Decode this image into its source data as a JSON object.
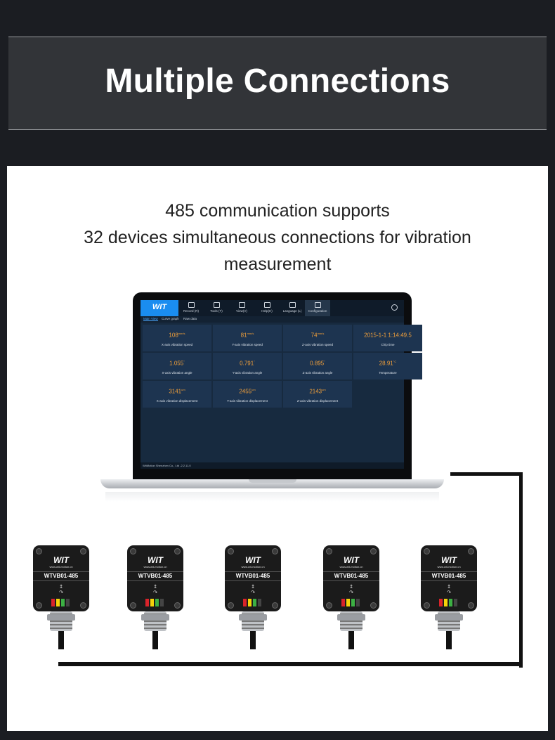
{
  "banner": {
    "title": "Multiple Connections"
  },
  "description": {
    "line1": "485 communication supports",
    "line2": "32 devices simultaneous connections for vibration",
    "line3": "measurement"
  },
  "app": {
    "logo": "WIT",
    "menu": [
      {
        "label": "Record (R)",
        "icon": "document-icon"
      },
      {
        "label": "Tools (T)",
        "icon": "toolbox-icon"
      },
      {
        "label": "View(V)",
        "icon": "chart-icon"
      },
      {
        "label": "Help(H)",
        "icon": "cube-icon"
      },
      {
        "label": "Language (L)",
        "icon": "chat-icon"
      },
      {
        "label": "Configuration",
        "icon": "gear-icon"
      }
    ],
    "tabs": [
      "Main View",
      "Curve graph",
      "Raw data"
    ],
    "cells": [
      {
        "value": "108",
        "unit": "mm/s",
        "label": "X-axis vibration speed"
      },
      {
        "value": "81",
        "unit": "mm/s",
        "label": "Y-axis vibration speed"
      },
      {
        "value": "74",
        "unit": "mm/s",
        "label": "Z-axis vibration speed"
      },
      {
        "value": "2015-1-1 1:14:49.5",
        "unit": "",
        "label": "Chip time"
      },
      {
        "value": "1.055",
        "unit": "°",
        "label": "X-axis vibration angle"
      },
      {
        "value": "0.791",
        "unit": "°",
        "label": "Y-axis vibration angle"
      },
      {
        "value": "0.895",
        "unit": "°",
        "label": "Z-axis vibration angle"
      },
      {
        "value": "28.91",
        "unit": "°C",
        "label": "Temperature"
      },
      {
        "value": "3141",
        "unit": "um",
        "label": "X-axis vibration displacement"
      },
      {
        "value": "2455",
        "unit": "um",
        "label": "Y-axis vibration displacement"
      },
      {
        "value": "2143",
        "unit": "um",
        "label": "Z-axis vibration displacement"
      }
    ],
    "footer": "WitMotion Shenzhen Co., Ltd -2.2.11.0"
  },
  "sensor": {
    "brand": "WIT",
    "url": "www.wit-motion.cn",
    "model": "WTVB01-485",
    "count": 5,
    "colors": {
      "vcc": "#d9232a",
      "a": "#f5d20a",
      "b": "#3cb043",
      "gnd": "#1b1b1b"
    }
  }
}
